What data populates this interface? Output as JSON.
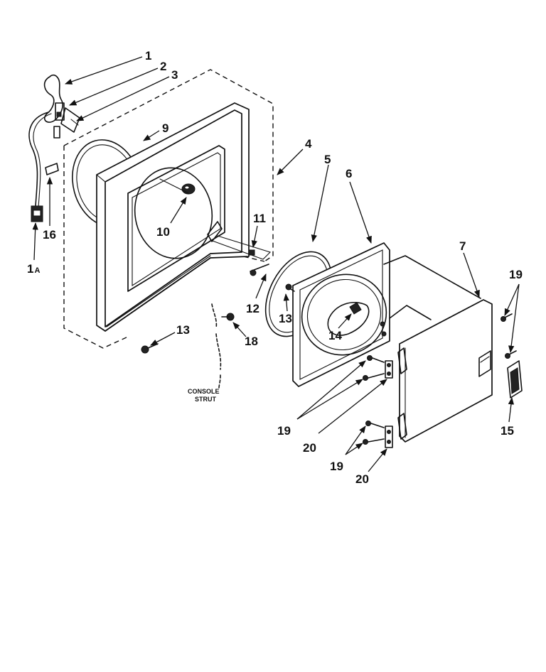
{
  "labels": {
    "p1": "1",
    "p1a": "1",
    "p1a_sub": "A",
    "p2": "2",
    "p3": "3",
    "p4": "4",
    "p5": "5",
    "p6": "6",
    "p7": "7",
    "p9": "9",
    "p10": "10",
    "p11": "11",
    "p12": "12",
    "p13_front": "13",
    "p13_lower": "13",
    "p14": "14",
    "p15": "15",
    "p16": "16",
    "p18": "18",
    "p19_right": "19",
    "p19_mid": "19",
    "p19_lower": "19",
    "p20_mid": "20",
    "p20_lower": "20"
  },
  "notes": {
    "console_strut_line1": "CONSOLE",
    "console_strut_line2": "STRUT"
  }
}
